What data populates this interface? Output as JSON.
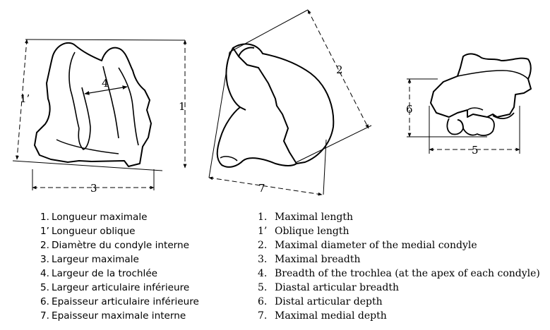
{
  "dimension_labels": {
    "d1": "1",
    "d1p": "1’",
    "d2": "2",
    "d3": "3",
    "d4": "4",
    "d5": "5",
    "d6": "6",
    "d7": "7"
  },
  "legend_fr": [
    {
      "num": "1.",
      "text": "Longueur maximale"
    },
    {
      "num": "1’",
      "text": "Longueur oblique"
    },
    {
      "num": "2.",
      "text": "Diamètre du condyle interne"
    },
    {
      "num": "3.",
      "text": "Largeur maximale"
    },
    {
      "num": "4.",
      "text": "Largeur de la trochlée"
    },
    {
      "num": "5.",
      "text": "Largeur articulaire inférieure"
    },
    {
      "num": "6.",
      "text": "Epaisseur articulaire inférieure"
    },
    {
      "num": "7.",
      "text": "Epaisseur maximale interne"
    }
  ],
  "legend_en": [
    {
      "num": "1.",
      "text": "Maximal length"
    },
    {
      "num": "1’",
      "text": "Oblique length"
    },
    {
      "num": "2.",
      "text": "Maximal diameter of the medial condyle"
    },
    {
      "num": "3.",
      "text": "Maximal breadth"
    },
    {
      "num": "4.",
      "text": "Breadth of the trochlea (at the apex of each condyle)"
    },
    {
      "num": "5.",
      "text": "Diastal articular breadth"
    },
    {
      "num": "6.",
      "text": "Distal articular depth"
    },
    {
      "num": "7.",
      "text": "Maximal medial depth"
    }
  ]
}
